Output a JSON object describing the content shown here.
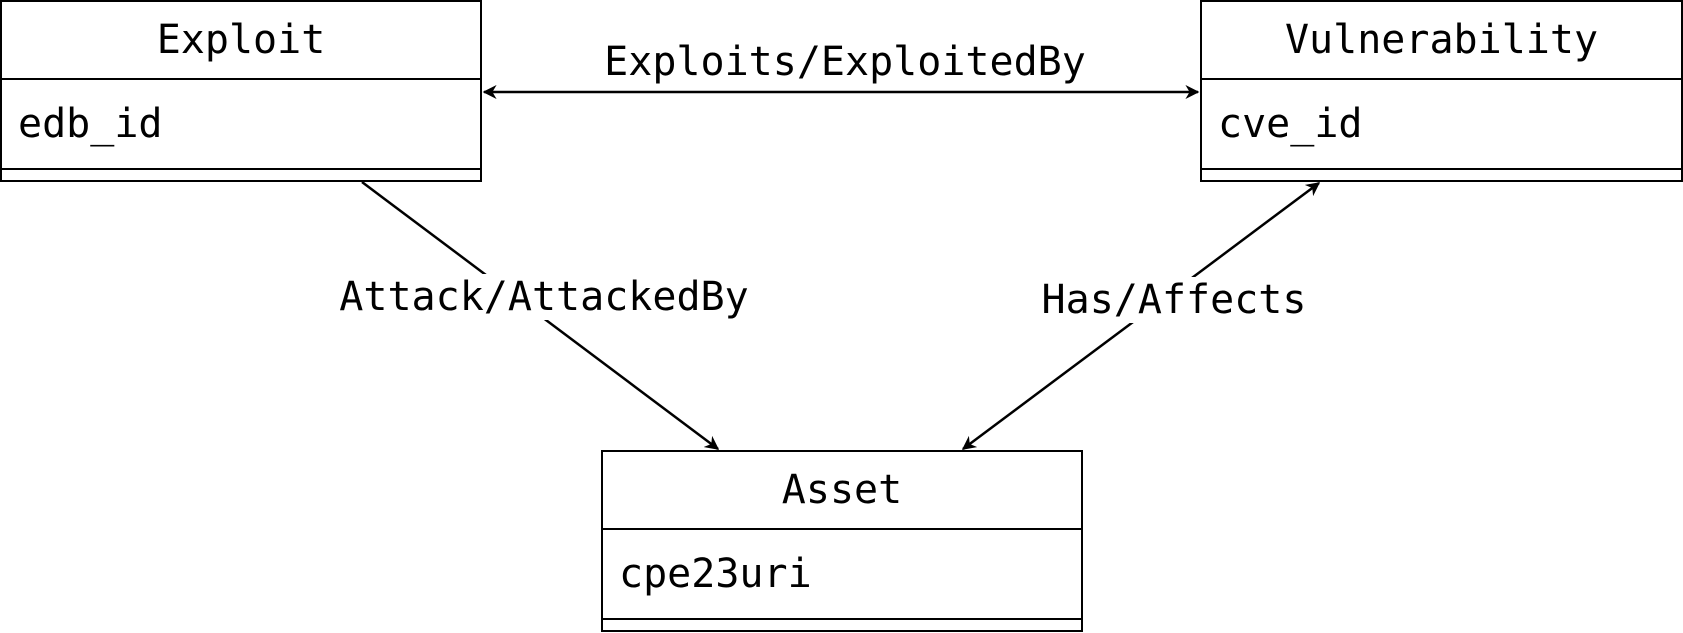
{
  "diagram": {
    "entities": {
      "exploit": {
        "name": "Exploit",
        "attribute": "edb_id"
      },
      "vulnerability": {
        "name": "Vulnerability",
        "attribute": "cve_id"
      },
      "asset": {
        "name": "Asset",
        "attribute": "cpe23uri"
      }
    },
    "relationships": [
      {
        "label": "Exploits/ExploitedBy",
        "from": "Exploit",
        "to": "Vulnerability",
        "direction": "bidirectional"
      },
      {
        "label": "Attack/AttackedBy",
        "from": "Exploit",
        "to": "Asset",
        "direction": "to-asset"
      },
      {
        "label": "Has/Affects",
        "from": "Vulnerability",
        "to": "Asset",
        "direction": "bidirectional"
      }
    ]
  }
}
